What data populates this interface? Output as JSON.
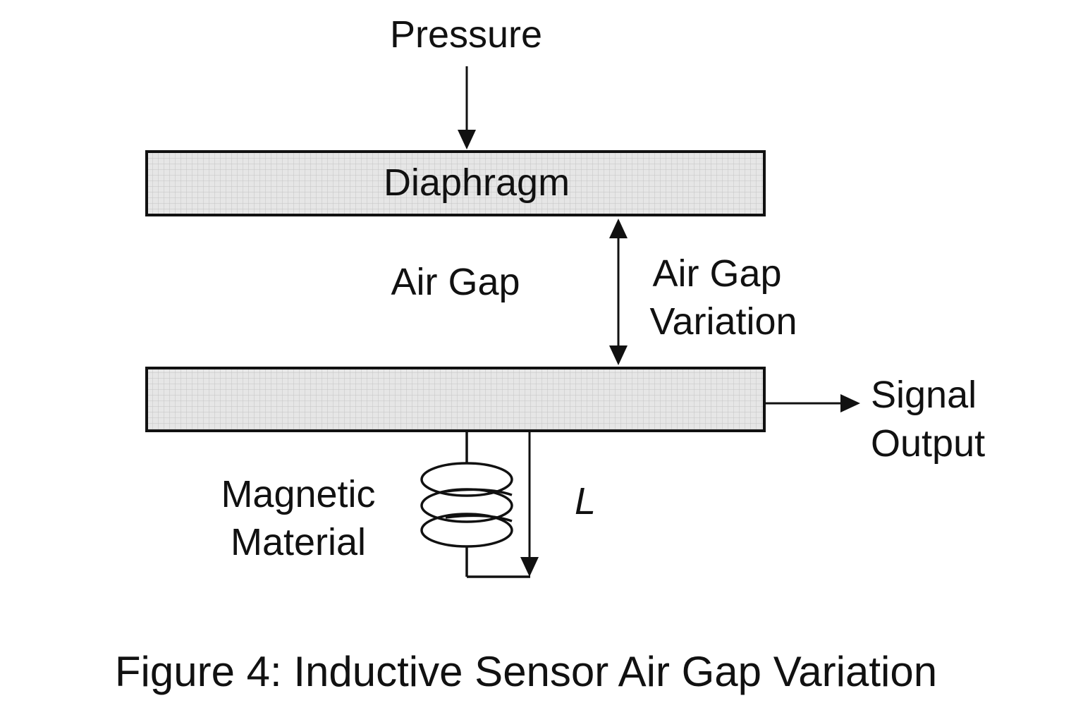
{
  "diagram": {
    "pressure_label": "Pressure",
    "diaphragm_label": "Diaphragm",
    "air_gap_label": "Air Gap",
    "air_gap_variation_label": [
      "Air Gap",
      "Variation"
    ],
    "signal_output_label": [
      "Signal",
      "Output"
    ],
    "magnetic_material_label": [
      "Magnetic",
      "Material"
    ],
    "inductance_label": "L",
    "caption": "Figure 4: Inductive Sensor Air Gap Variation"
  },
  "colors": {
    "plate_fill": "#e6e6e6",
    "plate_grid": "#c4c4c4",
    "stroke": "#111111",
    "background": "#ffffff"
  }
}
